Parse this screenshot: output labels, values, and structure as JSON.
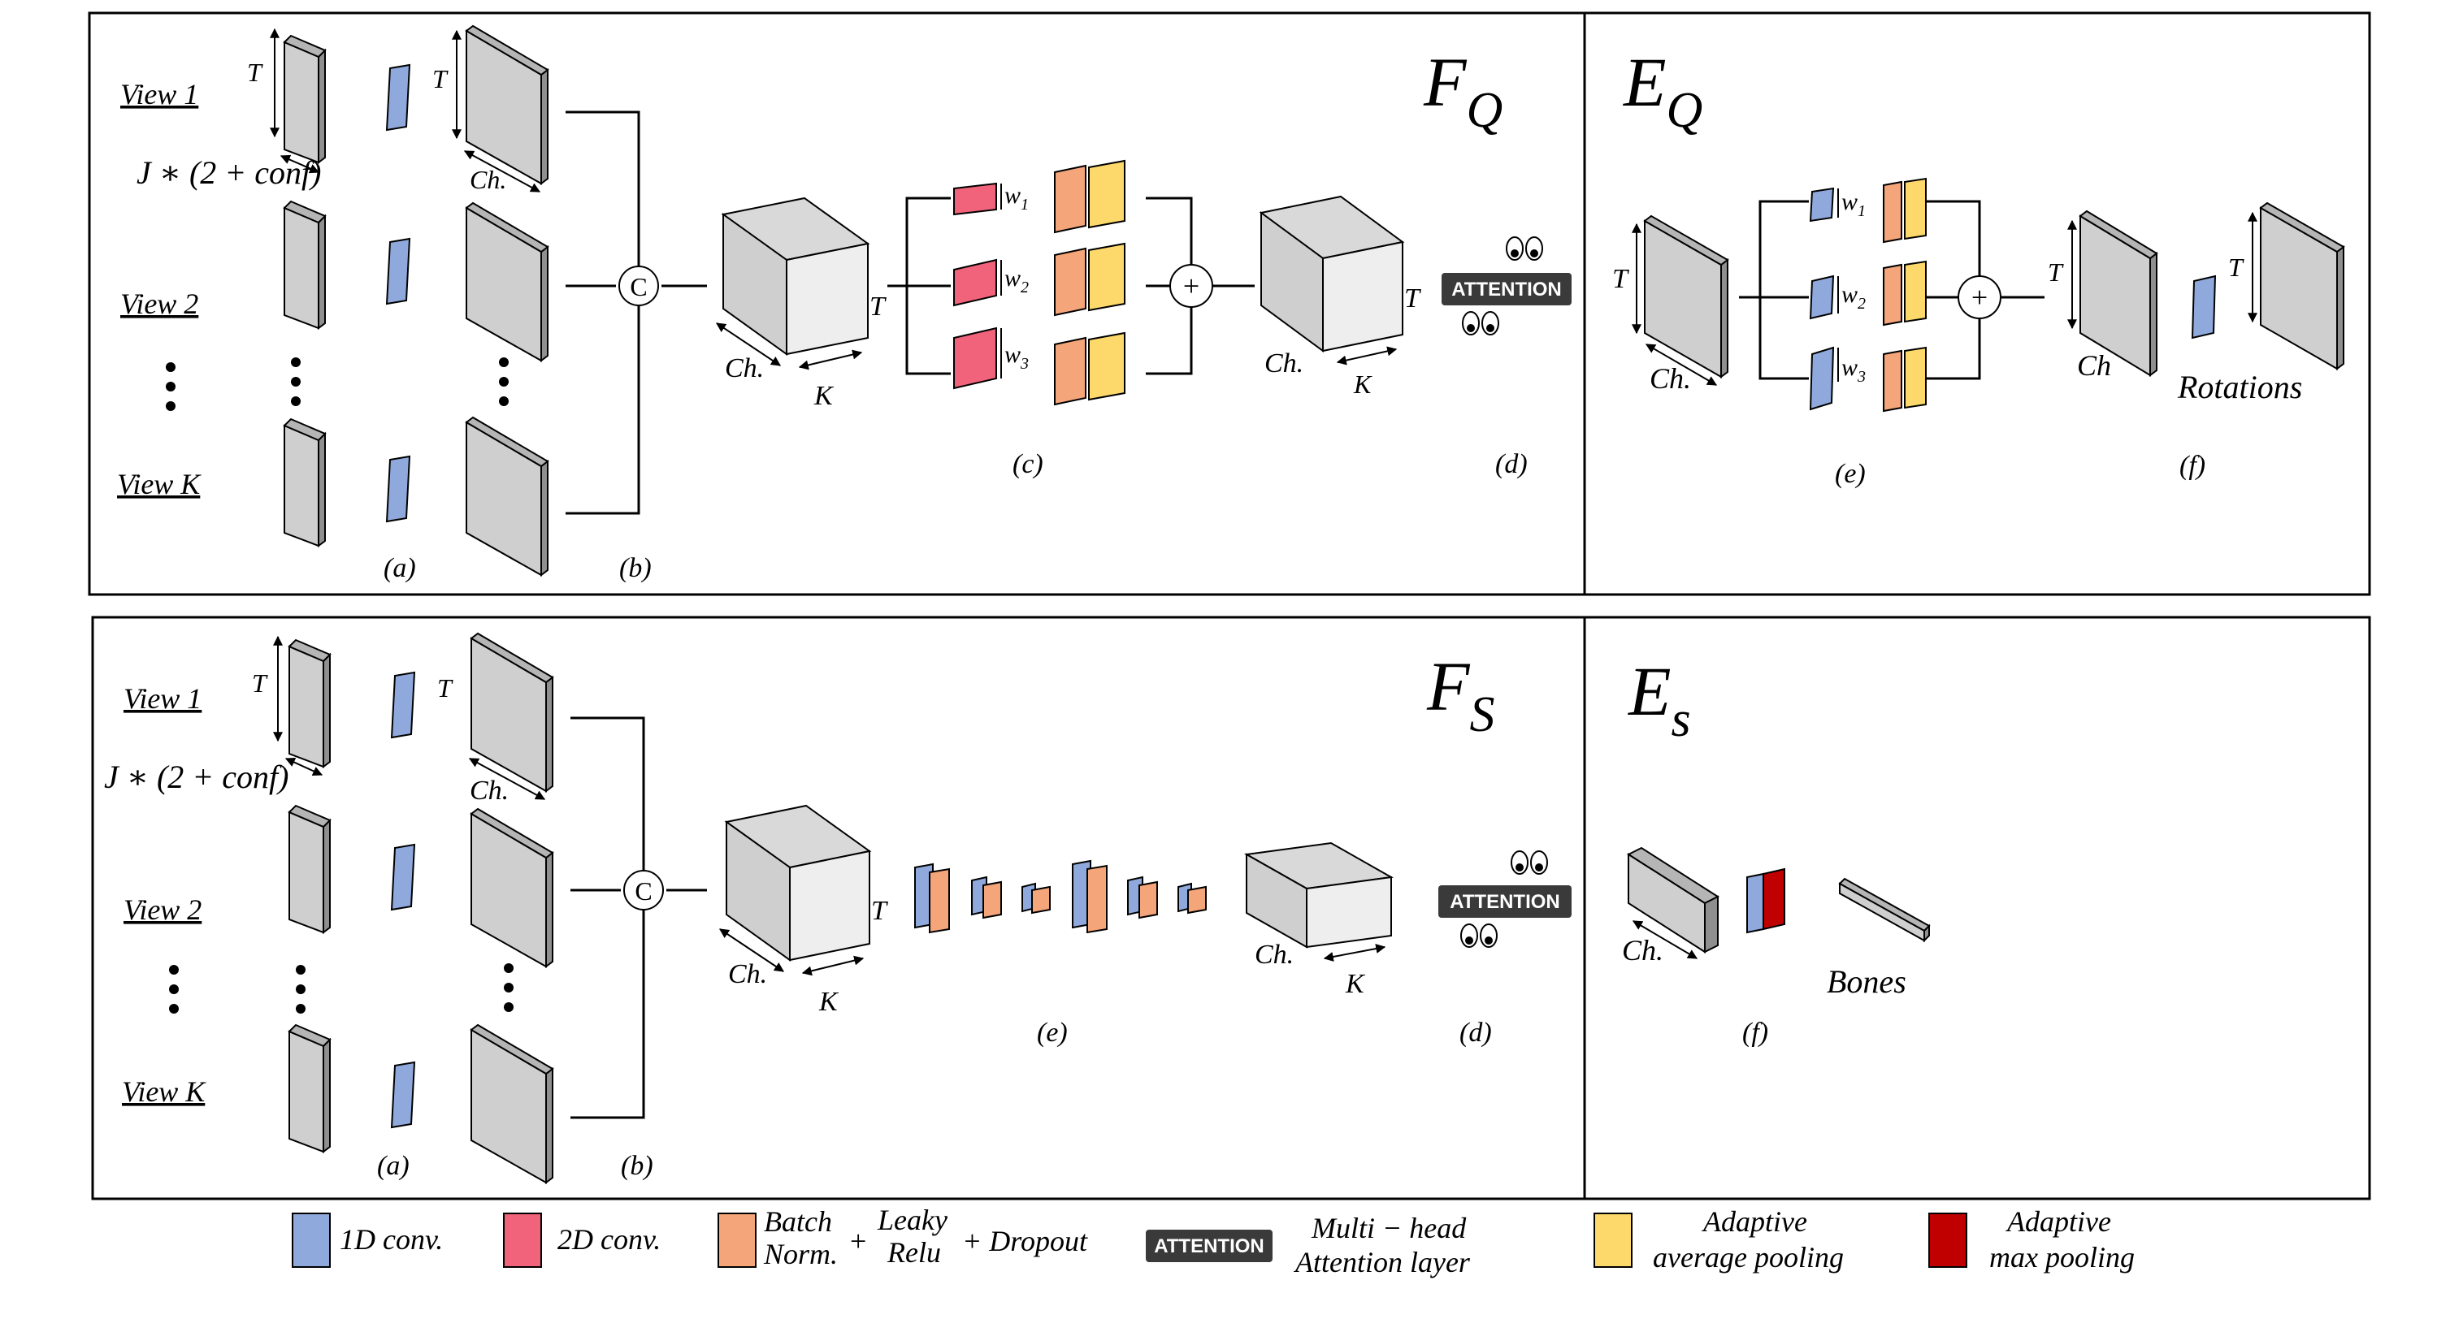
{
  "fq_panel": {
    "title_main": "F",
    "title_sub": "Q",
    "views": [
      "View 1",
      "View 2",
      "View K"
    ],
    "dim_T": "T",
    "input_dim": "J ∗ (2 + conf)",
    "ch": "Ch.",
    "k": "K",
    "concat": "C",
    "plus": "+",
    "weights": [
      "w",
      "w",
      "w"
    ],
    "weight_subs": [
      "1",
      "2",
      "3"
    ],
    "attention": "ATTENTION",
    "tags": [
      "(a)",
      "(b)",
      "(c)",
      "(d)"
    ]
  },
  "eq_panel": {
    "title_main": "E",
    "title_sub": "Q",
    "dim_T": "T",
    "ch": "Ch.",
    "ch2": "Ch",
    "plus": "+",
    "weights": [
      "w",
      "w",
      "w"
    ],
    "weight_subs": [
      "1",
      "2",
      "3"
    ],
    "rotations": "Rotations",
    "tags": [
      "(e)",
      "(f)"
    ]
  },
  "fs_panel": {
    "title_main": "F",
    "title_sub": "S",
    "views": [
      "View 1",
      "View 2",
      "View K"
    ],
    "dim_T": "T",
    "input_dim": "J ∗ (2 + conf)",
    "ch": "Ch.",
    "k": "K",
    "concat": "C",
    "attention": "ATTENTION",
    "tags": [
      "(a)",
      "(b)",
      "(e)",
      "(d)"
    ]
  },
  "es_panel": {
    "title_main": "E",
    "title_sub": "s",
    "ch": "Ch.",
    "bones": "Bones",
    "tags": [
      "(f)"
    ]
  },
  "legend": {
    "conv1d": "1D conv.",
    "conv2d": "2D conv.",
    "batch_line1": "Batch",
    "batch_line2": "Norm.",
    "plus": "+",
    "leaky_line1": "Leaky",
    "leaky_line2": "Relu",
    "dropout": "+ Dropout",
    "attention_badge": "ATTENTION",
    "mha_line1": "Multi − head",
    "mha_line2": "Attention layer",
    "avg_line1": "Adaptive",
    "avg_line2": "average pooling",
    "max_line1": "Adaptive",
    "max_line2": "max pooling"
  },
  "colors": {
    "conv1d": "#8fa9dc",
    "conv2d": "#f0637a",
    "batchnorm": "#f4a57a",
    "avgpool": "#fcd96a",
    "maxpool": "#c00000",
    "tensor_face": "#cfcfcf",
    "tensor_side": "#8f8f8f",
    "badge": "#3a3a3a"
  }
}
